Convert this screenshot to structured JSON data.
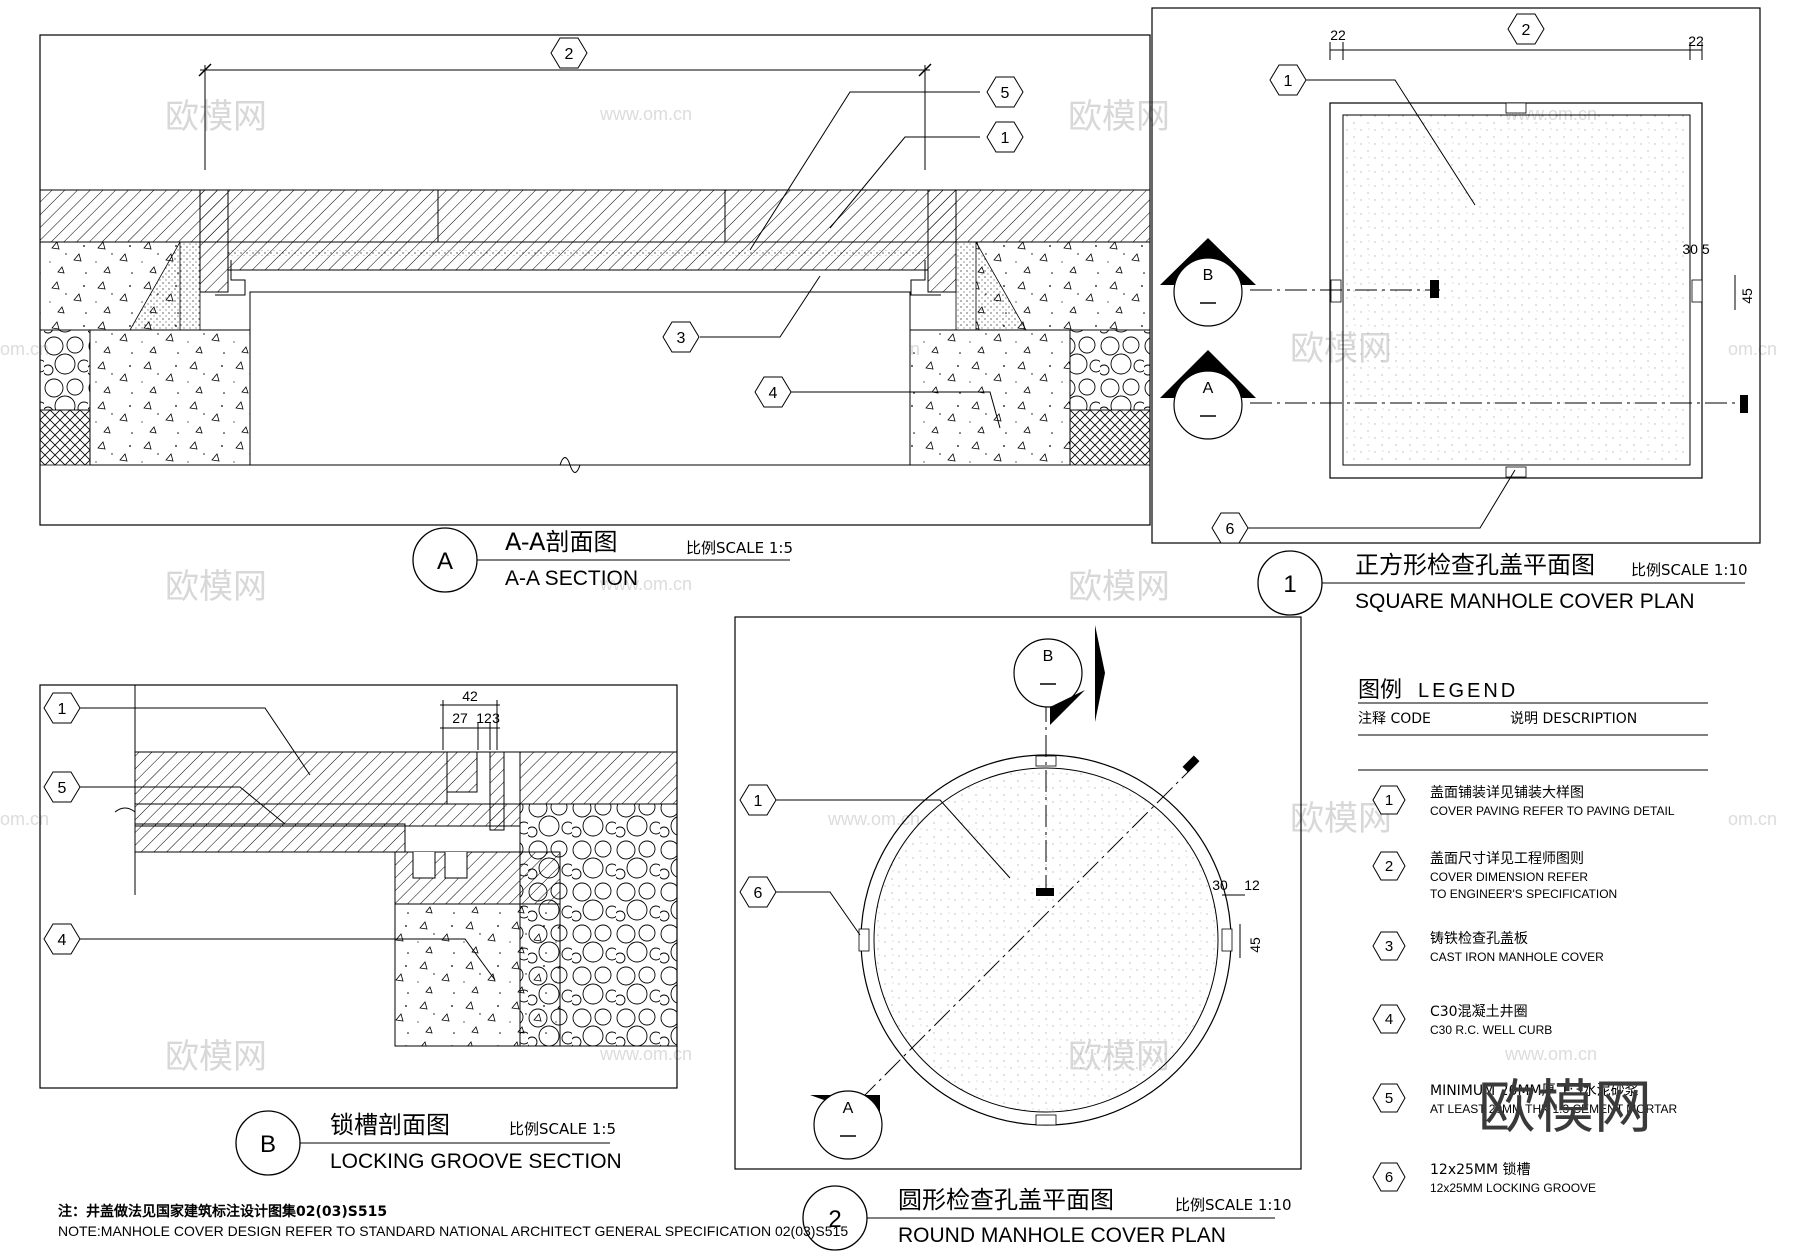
{
  "watermark": {
    "text_cn": "欧模网",
    "text_url": "www.om.cn",
    "text_cut": "om.cn"
  },
  "section_a": {
    "symbol": "A",
    "title_cn": "A-A剖面图",
    "title_en": "A-A SECTION",
    "scale": "比例SCALE 1:5",
    "callouts": [
      "2",
      "5",
      "1",
      "3",
      "4"
    ]
  },
  "square_plan": {
    "symbol": "1",
    "title_cn": "正方形检查孔盖平面图",
    "title_en": "SQUARE MANHOLE COVER PLAN",
    "scale": "比例SCALE 1:10",
    "dims": {
      "d22a": "22",
      "d22b": "22",
      "d305": "30 5",
      "d45": "45"
    },
    "callouts": [
      "2",
      "1",
      "6"
    ],
    "section_marks": [
      "B",
      "A"
    ]
  },
  "locking_section": {
    "symbol": "B",
    "title_cn": "锁槽剖面图",
    "title_en": "LOCKING GROOVE SECTION",
    "scale": "比例SCALE 1:5",
    "dims": {
      "d42": "42",
      "d27": "27",
      "d12": "12",
      "d3": "3"
    },
    "callouts": [
      "1",
      "5",
      "4"
    ]
  },
  "round_plan": {
    "symbol": "2",
    "title_cn": "圆形检查孔盖平面图",
    "title_en": "ROUND MANHOLE COVER PLAN",
    "scale": "比例SCALE 1:10",
    "dims": {
      "d30": "30",
      "d12": "12",
      "d45": "45"
    },
    "callouts": [
      "1",
      "6"
    ],
    "section_marks": [
      "B",
      "A"
    ]
  },
  "legend": {
    "title_cn": "图例",
    "title_en": "LEGEND",
    "col_code": "注释 CODE",
    "col_desc": "说明  DESCRIPTION",
    "items": [
      {
        "code": "1",
        "cn": "盖面铺装详见铺装大样图",
        "en1": "COVER PAVING REFER TO PAVING DETAIL",
        "en2": ""
      },
      {
        "code": "2",
        "cn": "盖面尺寸详见工程师图则",
        "en1": "COVER DIMENSION REFER",
        "en2": "TO ENGINEER'S SPECIFICATION"
      },
      {
        "code": "3",
        "cn": "铸铁检查孔盖板",
        "en1": "CAST IRON MANHOLE COVER",
        "en2": ""
      },
      {
        "code": "4",
        "cn": "C30混凝土井圈",
        "en1": "C30 R.C. WELL CURB",
        "en2": ""
      },
      {
        "code": "5",
        "cn": "MINIMUM 20MM厚 1:3水泥砂浆",
        "en1": "AT LEAST 20MM THK 1:3 CEMENT MORTAR",
        "en2": ""
      },
      {
        "code": "6",
        "cn": "12x25MM 锁槽",
        "en1": "12x25MM LOCKING GROOVE",
        "en2": ""
      }
    ]
  },
  "notes": {
    "cn": "注：井盖做法见国家建筑标注设计图集02(03)S515",
    "en": "NOTE:MANHOLE COVER DESIGN REFER TO STANDARD NATIONAL ARCHITECT GENERAL SPECIFICATION 02(03)S515"
  },
  "brand_logo": "欧模网"
}
